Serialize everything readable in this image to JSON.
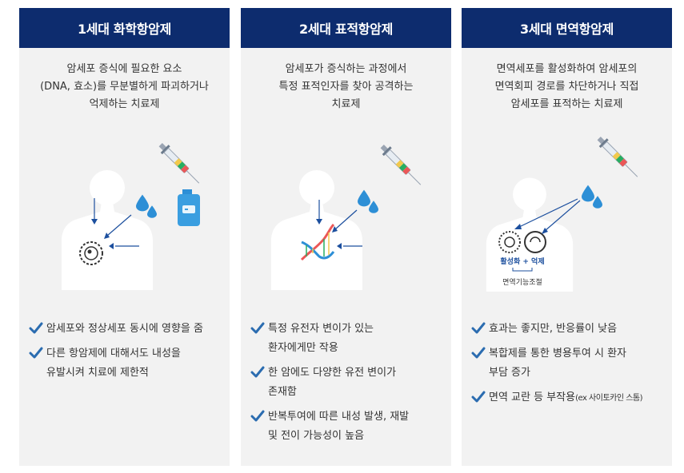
{
  "panels": [
    {
      "title": "1세대 화학항암제",
      "desc": [
        "암세포 증식에 필요한 요소",
        "(DNA, 효소)를 무분별하게 파괴하거나",
        "억제하는 치료제"
      ],
      "bullets": [
        {
          "lines": [
            "암세포와 정상세포 동시에 영향을 줌"
          ]
        },
        {
          "lines": [
            "다른 항암제에 대해서도 내성을",
            "유발시켜 치료에 제한적"
          ]
        }
      ]
    },
    {
      "title": "2세대 표적항암제",
      "desc": [
        "암세포가 증식하는 과정에서",
        "특정 표적인자를 찾아 공격하는",
        "치료제"
      ],
      "bullets": [
        {
          "lines": [
            "특정 유전자 변이가 있는",
            "환자에게만 작용"
          ]
        },
        {
          "lines": [
            "한 암에도 다양한 유전 변이가",
            "존재함"
          ]
        },
        {
          "lines": [
            "반복투여에 따른 내성 발생, 재발",
            "및 전이 가능성이 높음"
          ]
        }
      ]
    },
    {
      "title": "3세대 면역항암제",
      "desc": [
        "면역세포를 활성화하여 암세포의",
        "면역회피 경로를 차단하거나 직접",
        "암세포를 표적하는 치료제"
      ],
      "bullets": [
        {
          "lines": [
            "효과는 좋지만, 반응률이 낮음"
          ]
        },
        {
          "lines": [
            "복합제를 통한 병용투여 시 환자",
            "부담 증가"
          ]
        },
        {
          "lines": [
            "면역 교란 등 부작용"
          ],
          "small": "(ex 사이토카인 스톰)"
        }
      ],
      "diagram": {
        "label_top": "활성화 + 억제",
        "label_bottom": "면역기능조절"
      }
    }
  ],
  "colors": {
    "header": "#0d2c6e",
    "panel": "#f2f2f2",
    "check": "#2b6cb0",
    "drop": "#2d8fd6",
    "arrow": "#1c4f9e"
  },
  "icons": [
    "check-icon",
    "syringe-icon",
    "drop-icon",
    "bottle-icon",
    "cancer-cell-icon",
    "dna-icon",
    "immune-cell-icon",
    "body-silhouette-icon"
  ]
}
